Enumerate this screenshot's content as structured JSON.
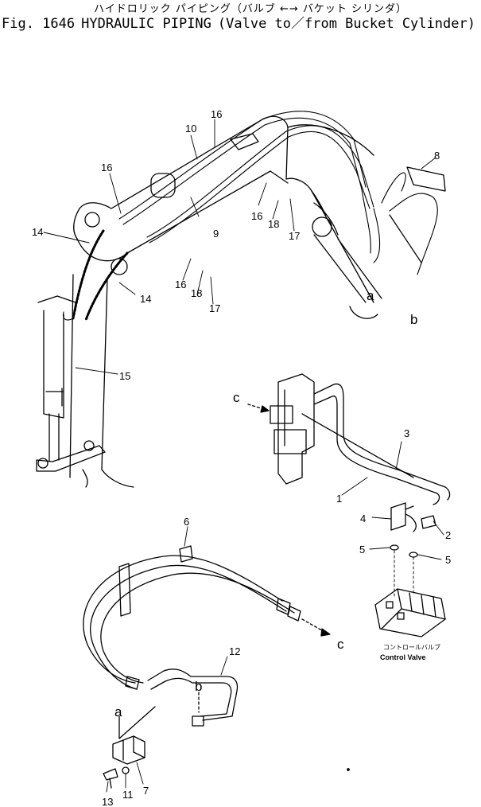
{
  "header": {
    "jp_title": "ハイドロリック パイピング（バルブ ←→ バケット シリンダ）",
    "fig_label": "Fig. 1646",
    "en_title": "HYDRAULIC PIPING",
    "en_subtitle": "(Valve to／from Bucket Cylinder)"
  },
  "callouts": [
    "1",
    "2",
    "3",
    "4",
    "5",
    "5",
    "6",
    "7",
    "8",
    "9",
    "10",
    "11",
    "12",
    "13",
    "14",
    "14",
    "15",
    "16",
    "16",
    "16",
    "16",
    "17",
    "17",
    "18",
    "18"
  ],
  "connection_letters": [
    "a",
    "b",
    "c",
    "a",
    "b",
    "c"
  ],
  "control_valve": {
    "jp_label": "コントロールバルブ",
    "en_label": "Control Valve"
  }
}
